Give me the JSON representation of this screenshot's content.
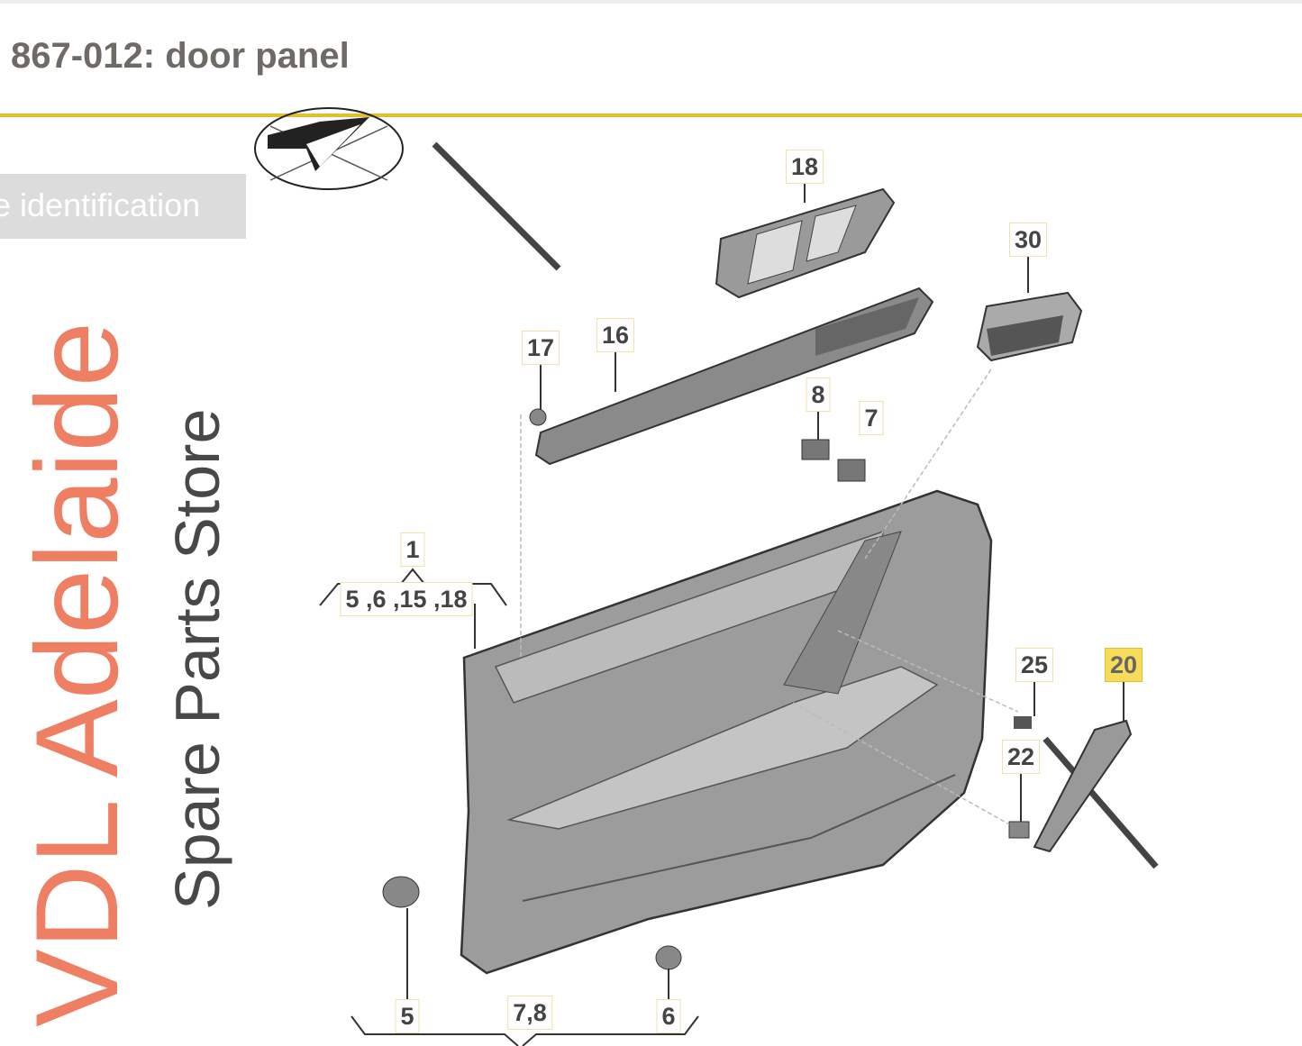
{
  "header": {
    "title": "867-012: door panel"
  },
  "sidebar": {
    "identification_label": "e identification"
  },
  "callouts": {
    "c18": "18",
    "c30": "30",
    "c17": "17",
    "c16": "16",
    "c8": "8",
    "c7": "7",
    "c1": "1",
    "c1_sub": "5 ,6 ,15 ,18",
    "c25": "25",
    "c20": "20",
    "c22": "22",
    "c5": "5",
    "c78": "7,8",
    "c6": "6"
  },
  "watermark": {
    "line1": "VDL Adelaide",
    "line2": "Spare Parts Store"
  },
  "colors": {
    "accent": "#e3bd2c",
    "highlight": "#f7dc5a",
    "watermark": "#eb6946"
  }
}
